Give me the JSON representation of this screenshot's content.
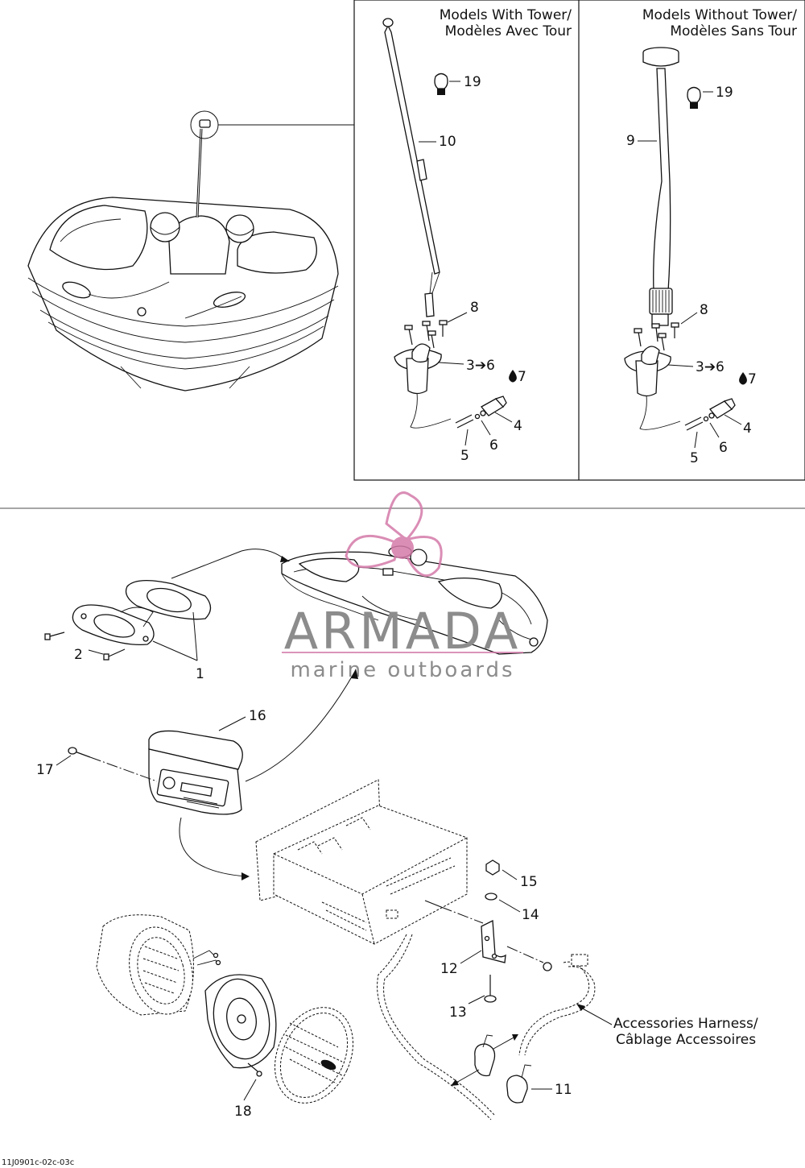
{
  "panels": {
    "with_tower": {
      "title_en": "Models With Tower/",
      "title_fr": "Modèles Avec Tour"
    },
    "without_tower": {
      "title_en": "Models Without Tower/",
      "title_fr": "Modèles Sans Tour"
    }
  },
  "callouts_with_tower": {
    "bulb": "19",
    "pole": "10",
    "screws": "8",
    "base": "3➔6",
    "grease": "7",
    "connector": "4",
    "pin": "5",
    "seal": "6"
  },
  "callouts_without_tower": {
    "bulb": "19",
    "pole": "9",
    "screws": "8",
    "base": "3➔6",
    "grease": "7",
    "connector": "4",
    "pin": "5",
    "seal": "6"
  },
  "callouts_main": {
    "speaker_grille_assembly": "1",
    "speaker_screws": "2",
    "radio_cover": "16",
    "radio_screw": "17",
    "nut": "15",
    "washer": "14",
    "bracket": "12",
    "bolt": "13",
    "clamps": "11",
    "speaker_screw": "18"
  },
  "harness": {
    "label_en": "Accessories Harness/",
    "label_fr": "Câblage Accessoires"
  },
  "watermark": {
    "brand": "ARMADA",
    "tagline": "marine outboards",
    "pink": "#d47aa9",
    "grey": "#8c8c8c"
  },
  "reference_code": "11J0901c-02c-03c"
}
